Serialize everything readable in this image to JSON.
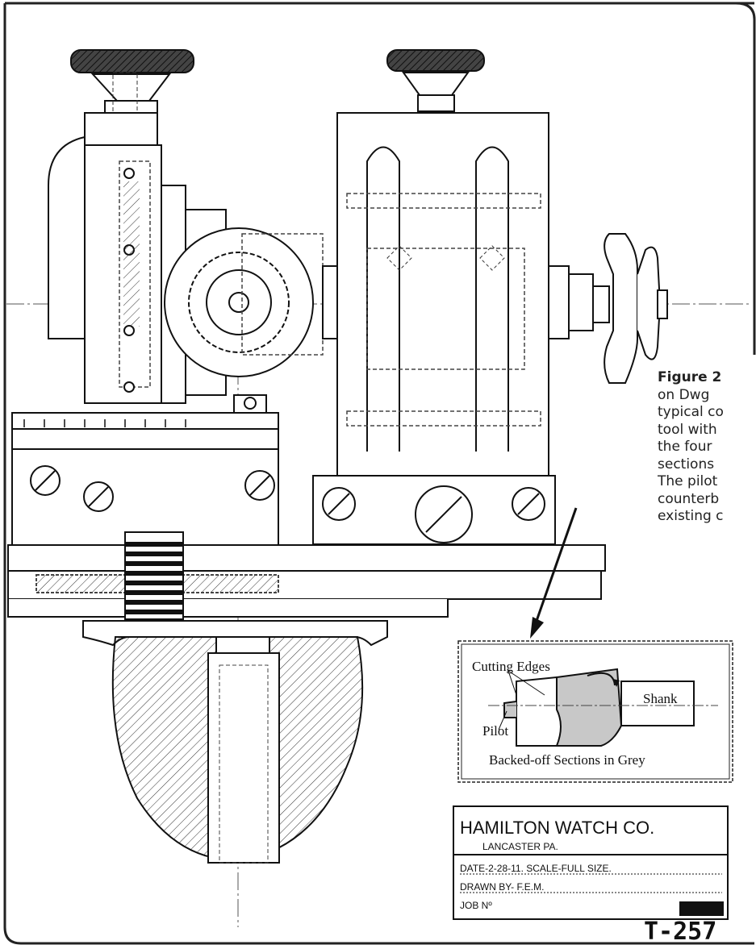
{
  "figure_caption": {
    "label": "Figure 2",
    "lines": [
      "on Dwg",
      "typical co",
      "tool with",
      "the four",
      "sections",
      "The pilot",
      "counterb",
      "existing c"
    ]
  },
  "inset": {
    "cutting_edges": "Cutting Edges",
    "shank": "Shank",
    "pilot": "Pilot",
    "backed_off": "Backed-off Sections in Grey"
  },
  "title_block": {
    "company": "HAMILTON WATCH CO.",
    "location": "LANCASTER PA.",
    "date_line": "DATE-2-28-11. SCALE-FULL SIZE.",
    "drawn_by": "DRAWN BY- F.E.M.",
    "job_no": "JOB Nº",
    "drawing_number": "T-257"
  },
  "colors": {
    "ink": "#1a1a1a",
    "grey_section": "#c8c8c8",
    "paper": "#ffffff"
  }
}
